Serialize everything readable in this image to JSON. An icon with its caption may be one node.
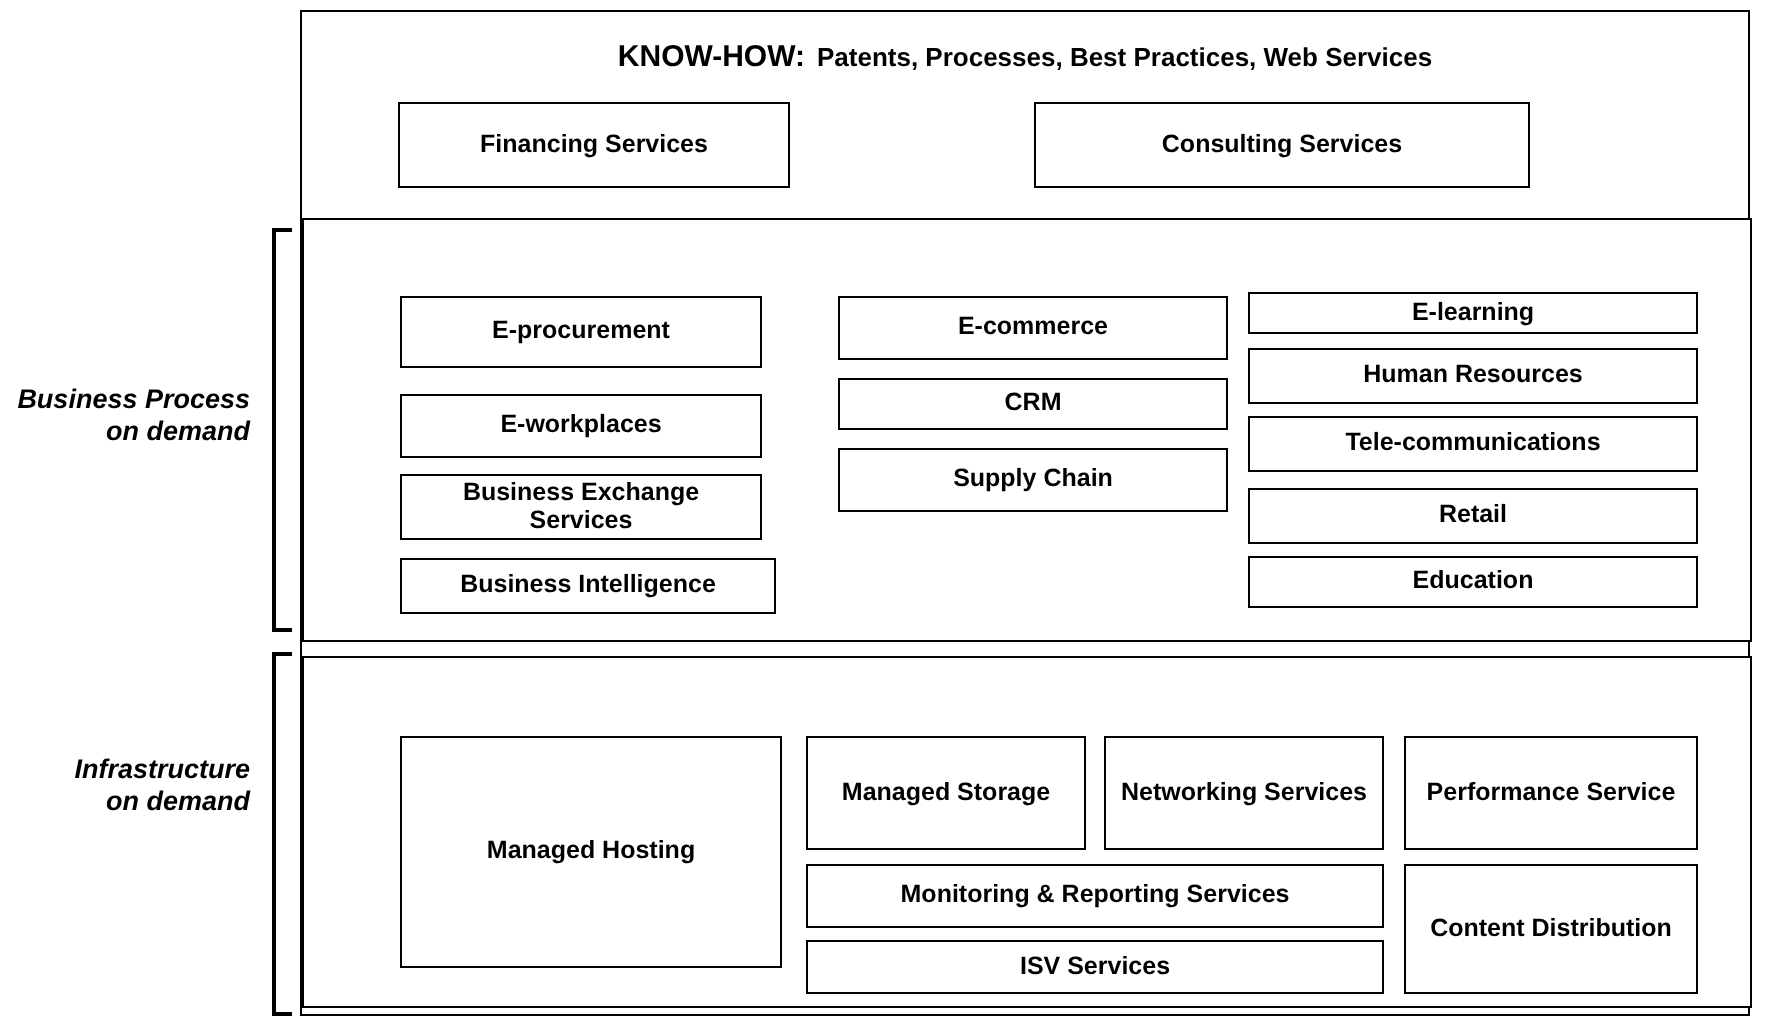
{
  "diagram": {
    "nodes": [
      {
        "text": [
          "KNOW-HOW:",
          "Patents, Processes, Best Practices, Web Services"
        ]
      },
      {
        "text": [
          "Financing Services"
        ],
        "in": 0
      },
      {
        "text": [
          "Consulting Services"
        ],
        "in": 0
      },
      {
        "text": [],
        "shape": "box",
        "in": 0,
        "beside": [
          "Business Process on demand"
        ]
      },
      {
        "text": [
          "E-procurement"
        ],
        "in": 3
      },
      {
        "text": [
          "E-workplaces"
        ],
        "in": 3
      },
      {
        "text": [
          "Business Exchange Services"
        ],
        "in": 3
      },
      {
        "text": [
          "Business Intelligence"
        ],
        "in": 3
      },
      {
        "text": [
          "E-commerce"
        ],
        "in": 3
      },
      {
        "text": [
          "CRM"
        ],
        "in": 3
      },
      {
        "text": [
          "Supply Chain"
        ],
        "in": 3
      },
      {
        "text": [
          "E-learning"
        ],
        "in": 3
      },
      {
        "text": [
          "Human Resources"
        ],
        "in": 3
      },
      {
        "text": [
          "Tele-communications"
        ],
        "in": 3
      },
      {
        "text": [
          "Retail"
        ],
        "in": 3
      },
      {
        "text": [
          "Education"
        ],
        "in": 3
      },
      {
        "text": [],
        "shape": "box",
        "in": 0,
        "beside": [
          "Infrastructure on demand"
        ]
      },
      {
        "text": [
          "Managed Hosting"
        ],
        "in": 16
      },
      {
        "text": [
          "Managed Storage"
        ],
        "in": 16
      },
      {
        "text": [
          "Networking Services"
        ],
        "in": 16
      },
      {
        "text": [
          "Performance Service"
        ],
        "in": 16
      },
      {
        "text": [
          "Monitoring & Reporting Services"
        ],
        "in": 16
      },
      {
        "text": [
          "ISV Services"
        ],
        "in": 16
      },
      {
        "text": [
          "Content Distribution"
        ],
        "in": 16
      }
    ]
  }
}
